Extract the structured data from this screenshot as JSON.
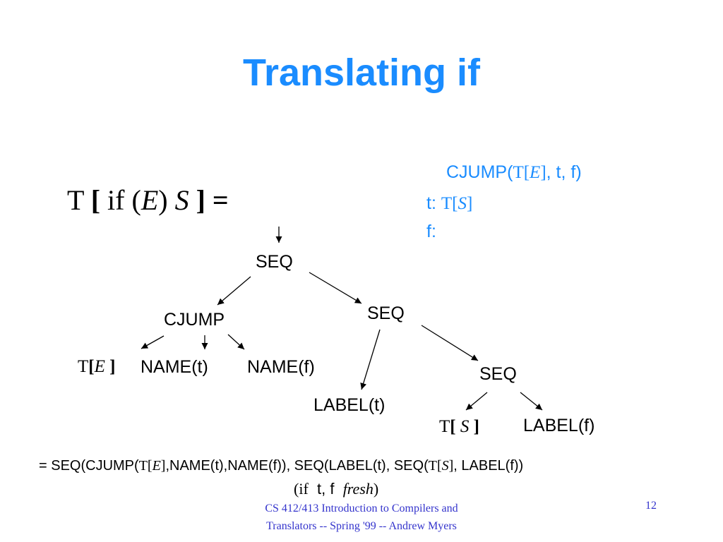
{
  "slide": {
    "title": "Translating if",
    "lhs": {
      "t": "T",
      "lb": "[",
      "kw": "if",
      "lp": "(",
      "e": "E",
      "rp": ")",
      "s": "S",
      "rb": "]",
      "eq": "="
    },
    "code": {
      "line1_pre": "CJUMP(",
      "line1_t": "T[",
      "line1_e": "E",
      "line1_rb": "]",
      "line1_post": ", t, f)",
      "line2_pre": "t: ",
      "line2_t": "T[",
      "line2_s": "S",
      "line2_rb": "]",
      "line3": "f:"
    },
    "tree": {
      "seq1": "SEQ",
      "cjump": "CJUMP",
      "seq2": "SEQ",
      "te_t": "T",
      "te_lb": "[",
      "te_e": "E",
      "te_rb": " ]",
      "name_t": "NAME(t)",
      "name_f": "NAME(f)",
      "seq3": "SEQ",
      "label_t": "LABEL(t)",
      "ts_t": "T",
      "ts_lb": "[ ",
      "ts_s": "S",
      "ts_rb": " ]",
      "label_f": "LABEL(f)"
    },
    "equation": {
      "p1": "= SEQ(CJUMP(",
      "t1": "T[",
      "e": "E",
      "rb1": "]",
      "p2": ",NAME(t),NAME(f)), SEQ(LABEL(t), SEQ(",
      "t2": "T[",
      "s": "S",
      "rb2": "]",
      "p3": ", LABEL(f))"
    },
    "note": {
      "lp": "(",
      "kw": "if",
      "vars": "  t, f  ",
      "fresh": "fresh",
      "rp": ")"
    },
    "footer": {
      "text": "CS 412/413 Introduction to Compilers and Translators -- Spring '99 -- Andrew Myers",
      "page": "12"
    }
  },
  "colors": {
    "accent": "#1a8cff",
    "footer": "#3333cc",
    "text": "#000000"
  }
}
